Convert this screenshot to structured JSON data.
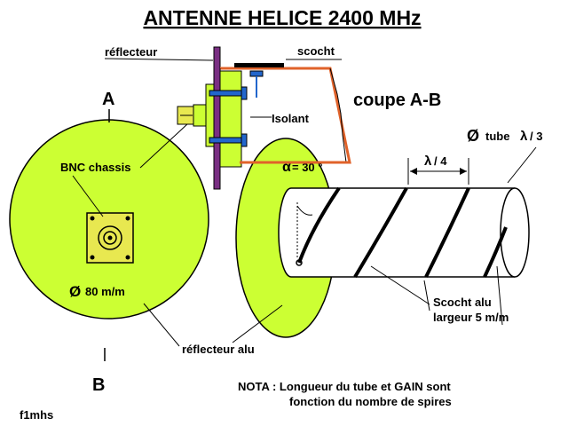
{
  "title": "ANTENNE HELICE 2400 MHz",
  "labels": {
    "reflecteur": "réflecteur",
    "scocht": "scocht",
    "coupe": "coupe A-B",
    "A": "A",
    "B": "B",
    "isolant": "Isolant",
    "bnc": "BNC chassis",
    "diameter_symbol": "Ø",
    "diameter": "80 m/m",
    "alpha_sym": "α",
    "alpha": "= 30 °",
    "lambda_sym": "λ",
    "lambda_quarter": "/ 4",
    "tube": "tube",
    "tube_frac": "/ 3",
    "scocht_alu_1": "Scocht alu",
    "scocht_alu_2": "largeur 5 m/m",
    "reflecteur_alu": "réflecteur alu",
    "nota_1": "NOTA : Longueur du tube et GAIN sont",
    "nota_2": "fonction du nombre de spires",
    "author": "f1mhs"
  },
  "colors": {
    "green": "#ccff33",
    "purple": "#7a2f83",
    "orange": "#e0622a",
    "yellow": "#e8e850",
    "blue": "#2266cc",
    "black": "#000000"
  }
}
